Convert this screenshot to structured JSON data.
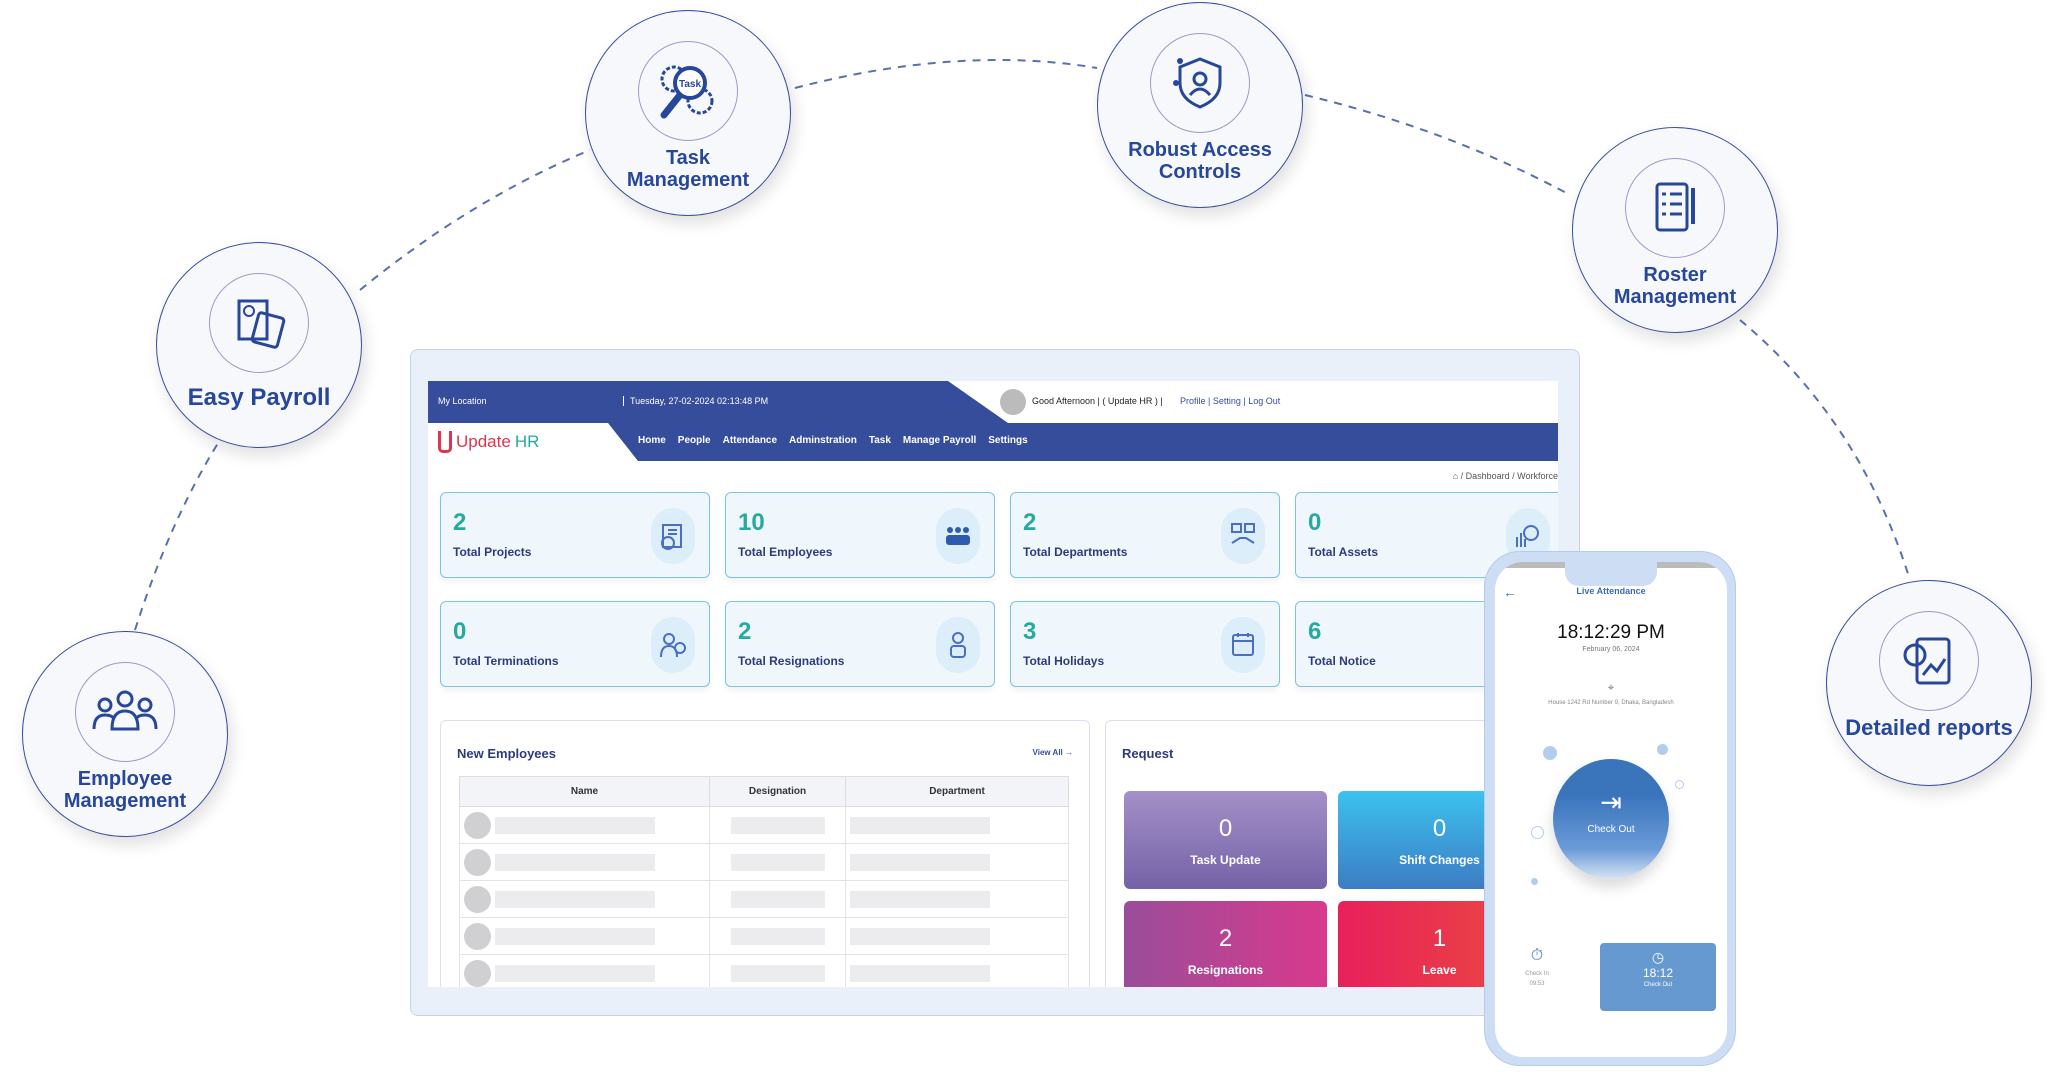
{
  "features": [
    {
      "label": "Easy Payroll",
      "icon": "payroll-icon"
    },
    {
      "label": "Task Management",
      "icon": "task-icon",
      "icon_text": "Task"
    },
    {
      "label": "Robust Access Controls",
      "icon": "access-shield-icon"
    },
    {
      "label": "Roster Management",
      "icon": "roster-checklist-icon"
    },
    {
      "label": "Detailed reports",
      "icon": "report-chart-icon"
    },
    {
      "label": "Employee Management",
      "icon": "employees-icon"
    }
  ],
  "topbar": {
    "location": "My Location",
    "datetime": "Tuesday, 27-02-2024 02:13:48 PM",
    "greeting": "Good Afternoon | ( Update HR ) |",
    "links": "Profile | Setting | Log Out"
  },
  "logo": {
    "a": "Update",
    "b": "HR"
  },
  "nav": [
    "Home",
    "People",
    "Attendance",
    "Adminstration",
    "Task",
    "Manage Payroll",
    "Settings"
  ],
  "breadcrumb": "/ Dashboard / Workforce",
  "cards": [
    {
      "n": "2",
      "t": "Total Projects"
    },
    {
      "n": "10",
      "t": "Total Employees"
    },
    {
      "n": "2",
      "t": "Total Departments"
    },
    {
      "n": "0",
      "t": "Total Assets"
    },
    {
      "n": "0",
      "t": "Total Terminations"
    },
    {
      "n": "2",
      "t": "Total Resignations"
    },
    {
      "n": "3",
      "t": "Total Holidays"
    },
    {
      "n": "6",
      "t": "Total Notice"
    }
  ],
  "new_employees": {
    "title": "New Employees",
    "view_all": "View All →",
    "columns": [
      "Name",
      "Designation",
      "Department"
    ]
  },
  "request": {
    "title": "Request",
    "items": [
      {
        "n": "0",
        "t": "Task Update"
      },
      {
        "n": "0",
        "t": "Shift Changes"
      },
      {
        "n": "2",
        "t": "Resignations"
      },
      {
        "n": "1",
        "t": "Leave"
      }
    ]
  },
  "phone": {
    "title": "Live Attendance",
    "time": "18:12:29 PM",
    "date": "February 06, 2024",
    "address": "House 1242 Rd Number 9, Dhaka, Bangladesh",
    "button": "Check Out",
    "checkin_label": "Check In",
    "checkin_time": "09:53",
    "checkout_time": "18:12",
    "checkout_label": "Check Out"
  }
}
